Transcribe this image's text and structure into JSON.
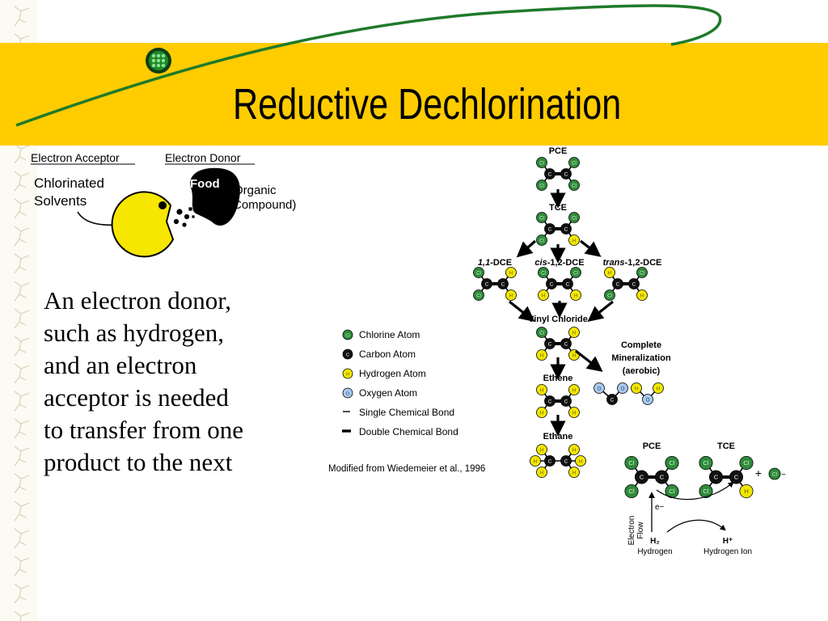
{
  "title": "Reductive Dechlorination",
  "pacman": {
    "acceptor_header": "Electron Acceptor",
    "donor_header": "Electron Donor",
    "acceptor_line1": "Chlorinated",
    "acceptor_line2": "Solvents",
    "food_label": "Food",
    "donor_line1": "(Organic",
    "donor_line2": "Compound)"
  },
  "body": {
    "lines": [
      "An electron donor,",
      "such as hydrogen,",
      "and an electron",
      "acceptor is needed",
      "to transfer from one",
      "product to the next"
    ]
  },
  "pathway": {
    "pce": "PCE",
    "tce": "TCE",
    "dce_11_prefix": "1,1",
    "dce_11_suffix": "-DCE",
    "dce_cis_prefix": "cis",
    "dce_cis_suffix": "-1,2-DCE",
    "dce_trans_prefix": "trans",
    "dce_trans_suffix": "-1,2-DCE",
    "vinyl_chloride": "Vinyl Chloride",
    "ethene": "Ethene",
    "ethane": "Ethane",
    "mineralization_line1": "Complete",
    "mineralization_line2": "Mineralization",
    "mineralization_line3": "(aerobic)",
    "atom_cl": "Cl",
    "atom_c": "C",
    "atom_h": "H",
    "atom_o": "O"
  },
  "legend": {
    "items": [
      "Chlorine Atom",
      "Carbon Atom",
      "Hydrogen Atom",
      "Oxygen Atom",
      "Single Chemical Bond",
      "Double Chemical Bond"
    ],
    "credit": "Modified from Wiedemeier et al., 1996"
  },
  "reaction": {
    "pce": "PCE",
    "tce": "TCE",
    "plus": "+",
    "cl_ion": "Cl−",
    "electron_flow_line1": "Electron",
    "electron_flow_line2": "Flow",
    "electron": "e−",
    "h2": "H₂",
    "hydrogen": "Hydrogen",
    "h_plus": "H⁺",
    "hydrogen_ion": "Hydrogen Ion"
  },
  "colors": {
    "banner": "#ffcc00",
    "chlorine": "#2e8b3a",
    "carbon": "#111111",
    "hydrogen": "#f2e600",
    "oxygen": "#a9c9ee",
    "swoosh": "#1f7a2a"
  }
}
